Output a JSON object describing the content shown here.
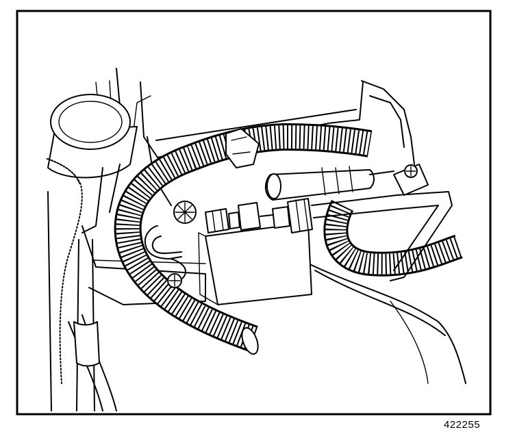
{
  "figure": {
    "reference_number": "422255",
    "colors": {
      "line": "#000000",
      "background": "#ffffff"
    },
    "parts": [
      "reservoir-cap",
      "small-wire-harness",
      "corrugated-hose",
      "mounting-bracket",
      "fuel-pressure-line",
      "flare-nut-fitting",
      "union-fitting",
      "in-line-filter",
      "mounting-clamp",
      "bolt-head"
    ]
  }
}
